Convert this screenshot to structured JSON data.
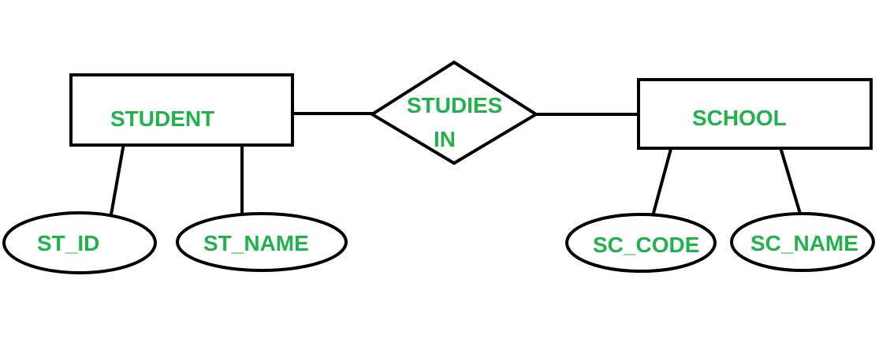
{
  "colors": {
    "label": "#22b14c",
    "stroke": "#000000",
    "background": "#ffffff"
  },
  "entities": {
    "student": "STUDENT",
    "school": "SCHOOL"
  },
  "relationship": {
    "line1": "STUDIES",
    "line2": "IN"
  },
  "attributes": {
    "st_id": "ST_ID",
    "st_name": "ST_NAME",
    "sc_code": "SC_CODE",
    "sc_name": "SC_NAME"
  }
}
